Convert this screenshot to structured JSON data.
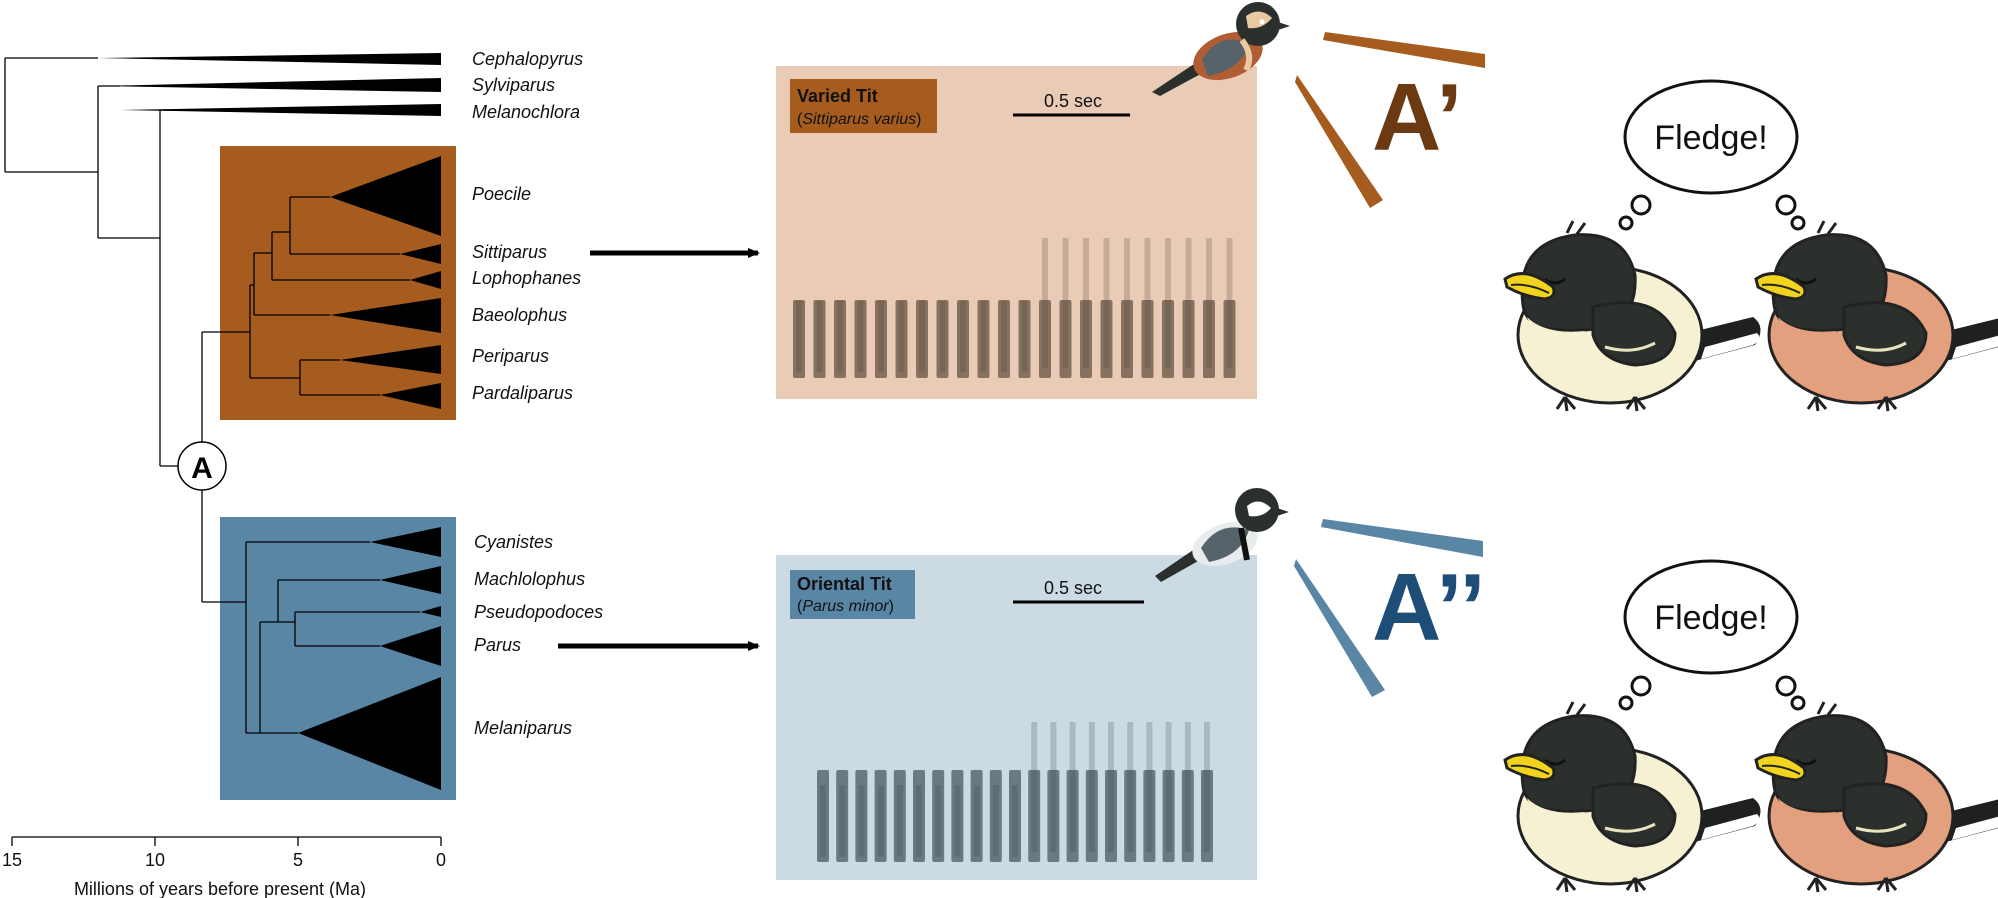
{
  "colors": {
    "clade_orange": "#A55C1E",
    "clade_blue": "#5A86A6",
    "spectro_orange_bg": "#EACCB6",
    "spectro_blue_bg": "#CCDAE3",
    "prime_orange": "#6B3A12",
    "prime_blue": "#1E4D78",
    "chick_head": "#2B302C",
    "chick_body_pale": "#F5F1D2",
    "chick_body_rufous": "#E3A07E"
  },
  "tree": {
    "genera_top": [
      "Cephalopyrus",
      "Sylviparus",
      "Melanochlora"
    ],
    "genera_orange": [
      "Poecile",
      "Sittiparus",
      "Lophophanes",
      "Baeolophus",
      "Periparus",
      "Pardaliparus"
    ],
    "genera_blue": [
      "Cyanistes",
      "Machlolophus",
      "Pseudopodoces",
      "Parus",
      "Melaniparus"
    ],
    "node_label": "A",
    "axis_ticks": [
      "15",
      "10",
      "5",
      "0"
    ],
    "axis_label": "Millions of years before present (Ma)"
  },
  "spectrograms": {
    "top": {
      "title": "Varied Tit",
      "subtitle_prefix": "(",
      "subtitle_species": "Sittiparus varius",
      "subtitle_suffix": ")",
      "scale": "0.5 sec"
    },
    "bottom": {
      "title": "Oriental Tit",
      "subtitle_prefix": "(",
      "subtitle_species": "Parus minor",
      "subtitle_suffix": ")",
      "scale": "0.5 sec"
    }
  },
  "calls": {
    "top_label": "A’",
    "bottom_label": "A’’"
  },
  "bubbles": {
    "top": "Fledge!",
    "bottom": "Fledge!"
  },
  "icons": [
    "varied-tit-icon",
    "oriental-tit-icon",
    "fledgling-chick-icon",
    "thought-bubble-icon",
    "arrow-icon"
  ]
}
